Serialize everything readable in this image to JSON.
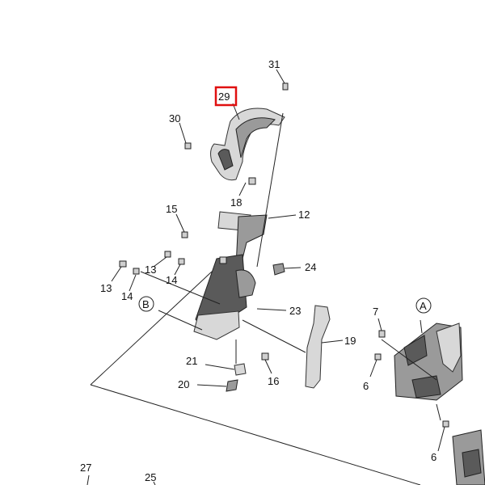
{
  "callouts": {
    "c31": "31",
    "c29": "29",
    "c30": "30",
    "c18": "18",
    "c15": "15",
    "c12": "12",
    "c24": "24",
    "c13a": "13",
    "c13b": "13",
    "c14a": "14",
    "c14b": "14",
    "cB": "B",
    "c23": "23",
    "c19": "19",
    "c21": "21",
    "c16": "16",
    "c20": "20",
    "c7": "7",
    "cA": "A",
    "c6a": "6",
    "c6b": "6",
    "c27": "27",
    "c25": "25"
  },
  "highlight": {
    "label": "29",
    "color": "#e01010"
  }
}
